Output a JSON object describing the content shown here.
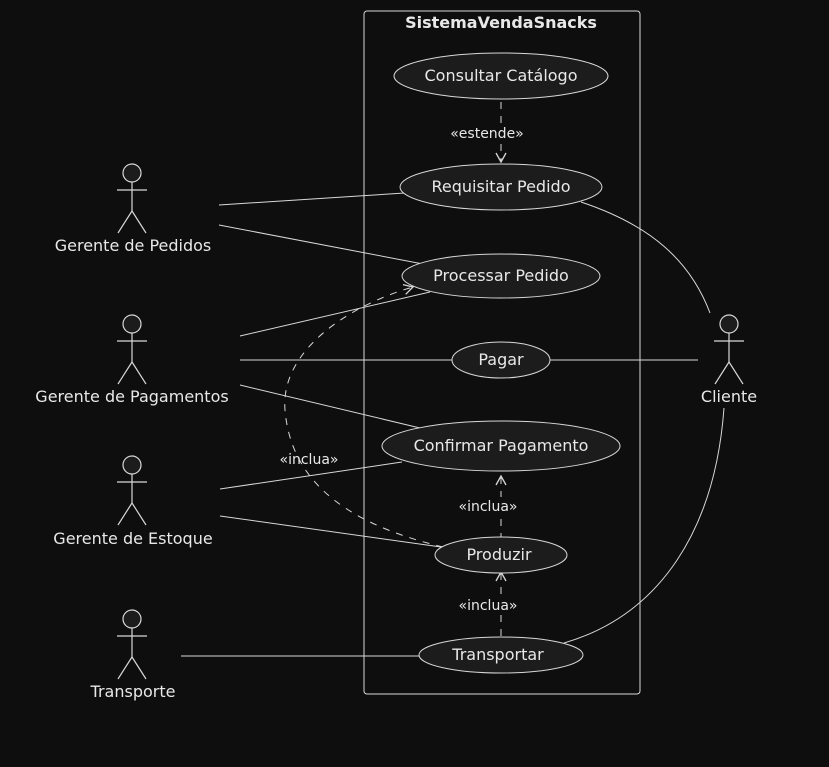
{
  "system": {
    "title": "SistemaVendaSnacks"
  },
  "use_cases": {
    "consultar": "Consultar Catálogo",
    "requisitar": "Requisitar Pedido",
    "processar": "Processar Pedido",
    "pagar": "Pagar",
    "confirmar": "Confirmar Pagamento",
    "produzir": "Produzir",
    "transportar": "Transportar"
  },
  "actors": {
    "gerente_pedidos": "Gerente de Pedidos",
    "gerente_pagamentos": "Gerente de Pagamentos",
    "gerente_estoque": "Gerente de Estoque",
    "transporte": "Transporte",
    "cliente": "Cliente"
  },
  "stereotypes": {
    "estende": "«estende»",
    "inclua_producao": "«inclua»",
    "inclua_confirmar": "«inclua»",
    "inclua_transportar": "«inclua»"
  }
}
